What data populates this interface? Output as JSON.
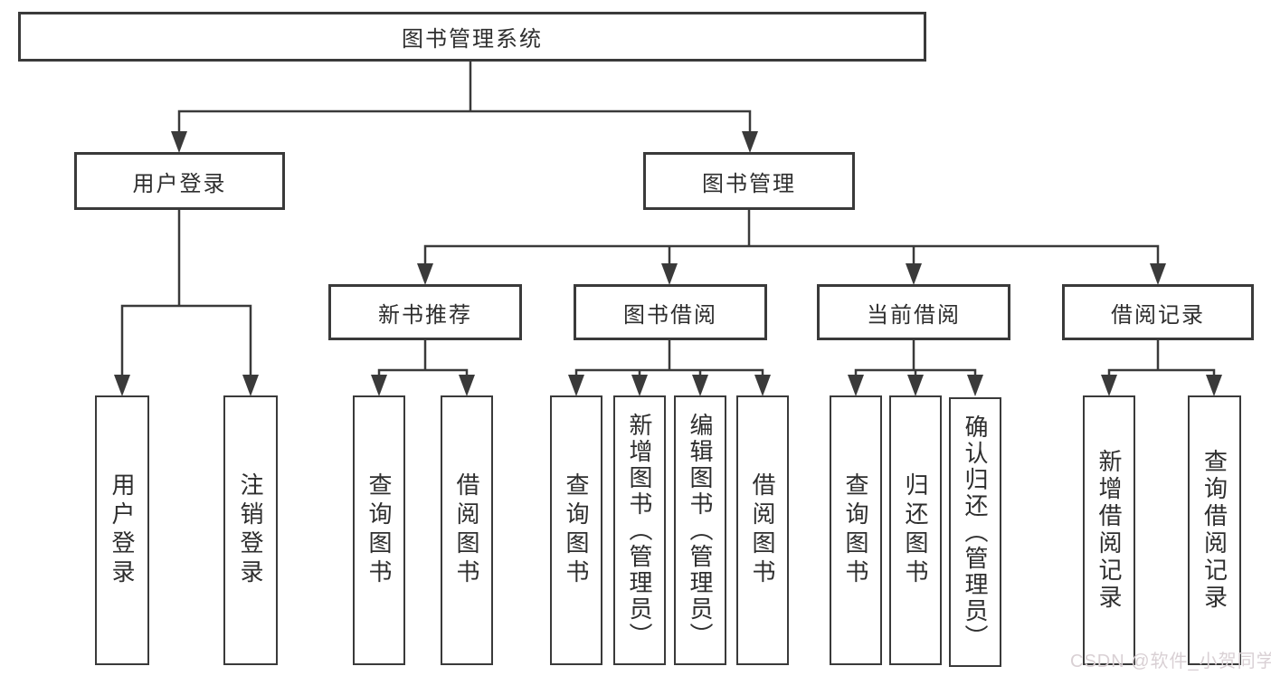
{
  "diagram": {
    "root": {
      "label": "图书管理系统"
    },
    "level2": {
      "user_login": {
        "label": "用户登录"
      },
      "book_mgmt": {
        "label": "图书管理"
      }
    },
    "level3": {
      "new_book_rec": {
        "label": "新书推荐"
      },
      "book_borrow": {
        "label": "图书借阅"
      },
      "current_borrow": {
        "label": "当前借阅"
      },
      "borrow_record": {
        "label": "借阅记录"
      }
    },
    "leaves": {
      "user_login": {
        "label": "用户登录"
      },
      "logout": {
        "label": "注销登录"
      },
      "rec_query_book": {
        "label": "查询图书"
      },
      "rec_borrow_book": {
        "label": "借阅图书"
      },
      "bb_query_book": {
        "label": "查询图书"
      },
      "bb_add_book_admin": {
        "label": "新增图书（管理员）"
      },
      "bb_edit_book_admin": {
        "label": "编辑图书（管理员）"
      },
      "bb_borrow_book": {
        "label": "借阅图书"
      },
      "cb_query_book": {
        "label": "查询图书"
      },
      "cb_return_book": {
        "label": "归还图书"
      },
      "cb_confirm_return_admin": {
        "label": "确认归还（管理员）"
      },
      "br_add_record": {
        "label": "新增借阅记录"
      },
      "br_query_record": {
        "label": "查询借阅记录"
      }
    },
    "colors": {
      "line": "#3a3a3a",
      "border": "#3a3a3a",
      "background": "#ffffff",
      "watermark": "#d9d0d4"
    }
  },
  "watermark": {
    "text": "CSDN @软件_小贺同学"
  }
}
